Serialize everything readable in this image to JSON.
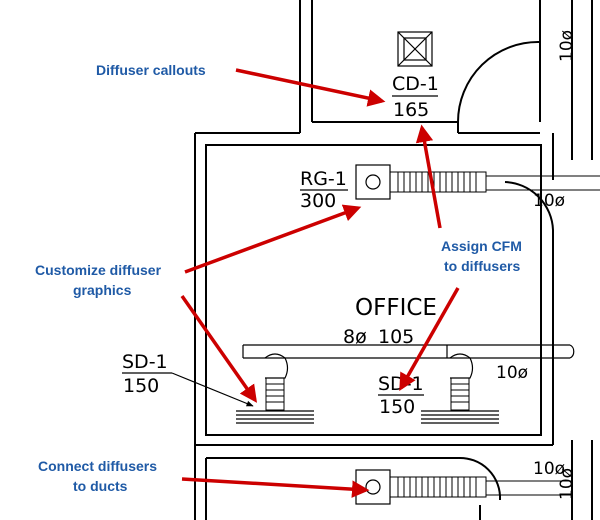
{
  "annotations": {
    "diffuser_callouts": "Diffuser callouts",
    "assign_cfm_line1": "Assign CFM",
    "assign_cfm_line2": "to diffusers",
    "customize_line1": "Customize diffuser",
    "customize_line2": "graphics",
    "connect_line1": "Connect diffusers",
    "connect_line2": "to ducts"
  },
  "tags": {
    "cd1_name": "CD-1",
    "cd1_cfm": "165",
    "rg1_name": "RG-1",
    "rg1_cfm": "300",
    "sd1_left_name": "SD-1",
    "sd1_left_cfm": "150",
    "sd1_right_name": "SD-1",
    "sd1_right_cfm": "150"
  },
  "room": {
    "name": "OFFICE",
    "duct_size": "8ø",
    "cfm": "105"
  },
  "duct_labels": {
    "top_right_vertical": "10ø",
    "rg_duct": "10ø",
    "supply_duct": "10ø",
    "bottom_duct": "10ø",
    "bottom_right_vertical": "10ø"
  },
  "colors": {
    "annotation_text": "#1f5aa6",
    "arrow": "#cc0000",
    "linework": "#000000"
  }
}
